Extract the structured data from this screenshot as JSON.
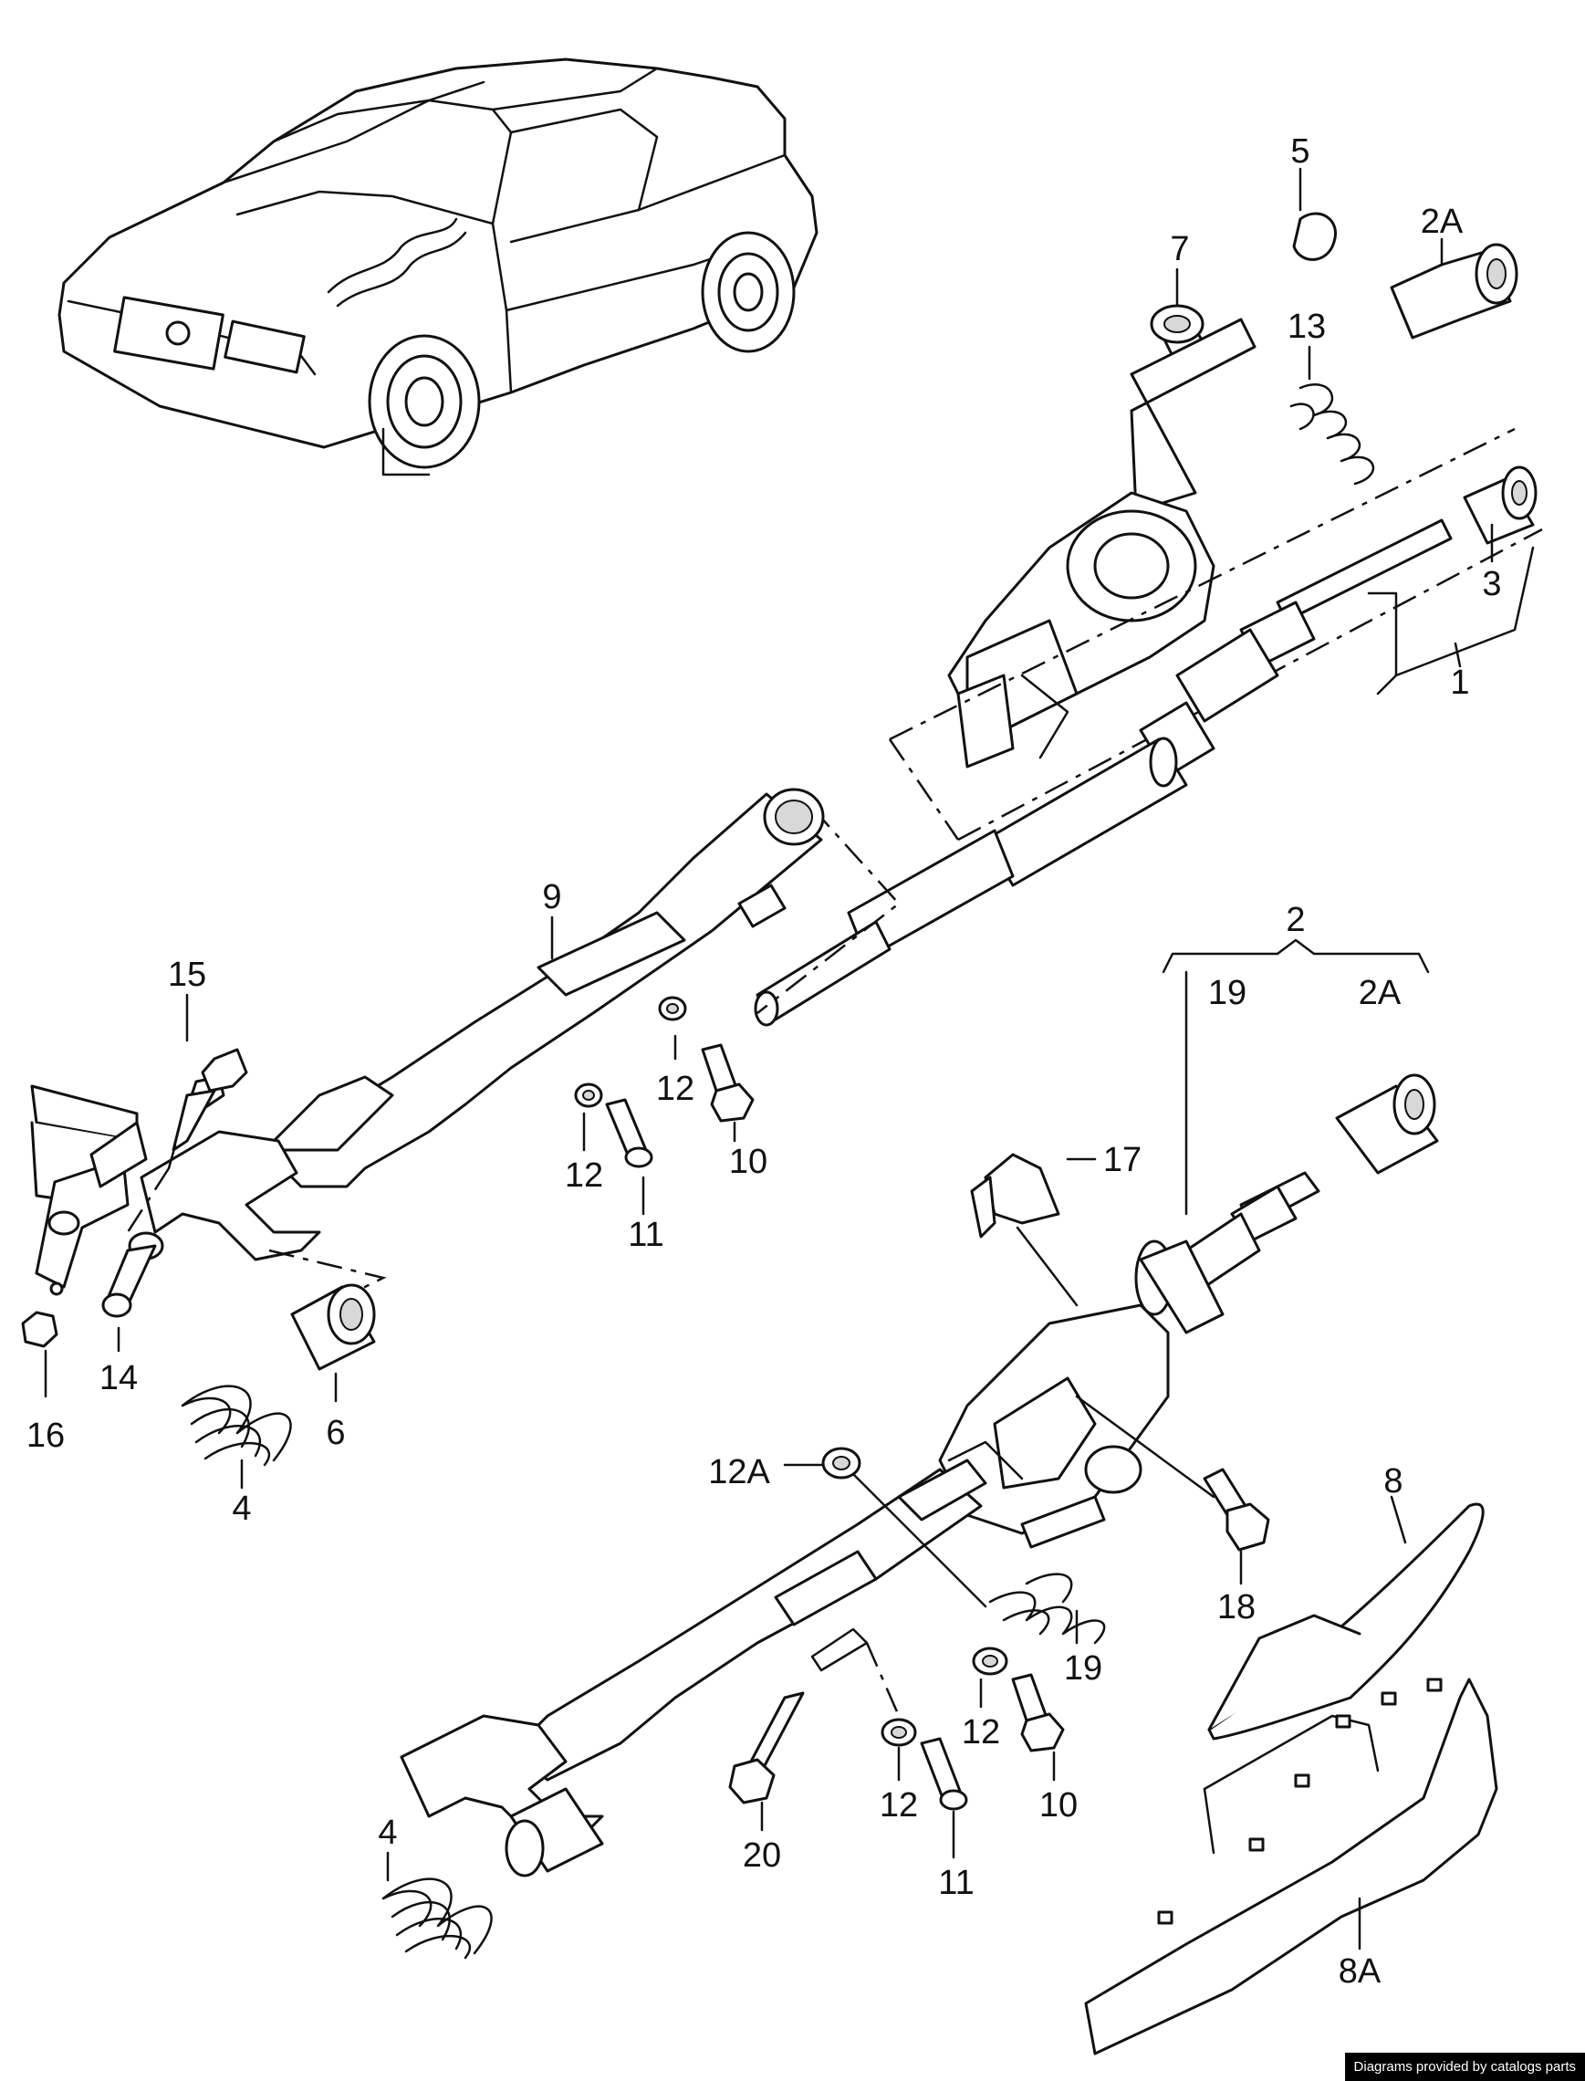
{
  "labels": {
    "l1": "1",
    "l2": "2",
    "l2a_top": "2A",
    "l2a_mid": "2A",
    "l3": "3",
    "l4_upper": "4",
    "l4_lower": "4",
    "l5": "5",
    "l6": "6",
    "l7": "7",
    "l8": "8",
    "l8a": "8A",
    "l9": "9",
    "l10_upper": "10",
    "l10_lower": "10",
    "l11_upper": "11",
    "l11_lower": "11",
    "l12_a": "12",
    "l12_b": "12",
    "l12_c": "12",
    "l12_d": "12",
    "l12a": "12A",
    "l13": "13",
    "l14": "14",
    "l15": "15",
    "l16": "16",
    "l17": "17",
    "l18": "18",
    "l19_top": "19",
    "l19_spring": "19",
    "l20": "20"
  },
  "credit": "Diagrams provided by catalogs parts"
}
